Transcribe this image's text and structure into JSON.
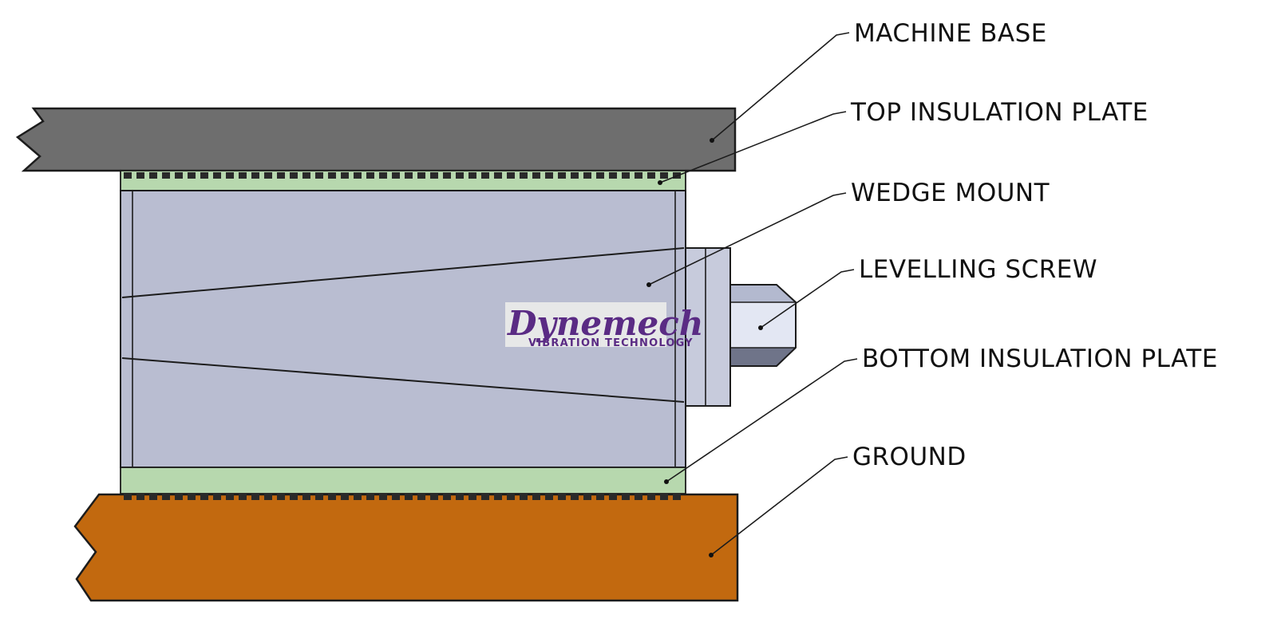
{
  "page": {
    "background": "#ffffff"
  },
  "diagram": {
    "type": "annotated-technical-diagram",
    "subject": "wedge mount vibration isolator cross-section",
    "labels": {
      "machine_base": "MACHINE BASE",
      "top_insulation_plate": "TOP INSULATION PLATE",
      "wedge_mount": "WEDGE MOUNT",
      "levelling_screw": "LEVELLING SCREW",
      "bottom_insulation_plate": "BOTTOM INSULATION PLATE",
      "ground": "GROUND"
    },
    "logo": {
      "brand": "Dynemech",
      "tagline": "VIBRATION TECHNOLOGY"
    },
    "colors": {
      "machine_base": "#6e6e6e",
      "insulation_plate": "#b7d8ae",
      "wedge_body": "#b9bdd1",
      "side_plate": "#c7cbdc",
      "screw_top": "#b3b9cf",
      "screw_mid": "#e3e7f3",
      "screw_bottom": "#6f7489",
      "ground": "#c2690f",
      "logo": "#5a2b84",
      "outline": "#1c1c1c",
      "logo_panel": "#ececea"
    }
  }
}
